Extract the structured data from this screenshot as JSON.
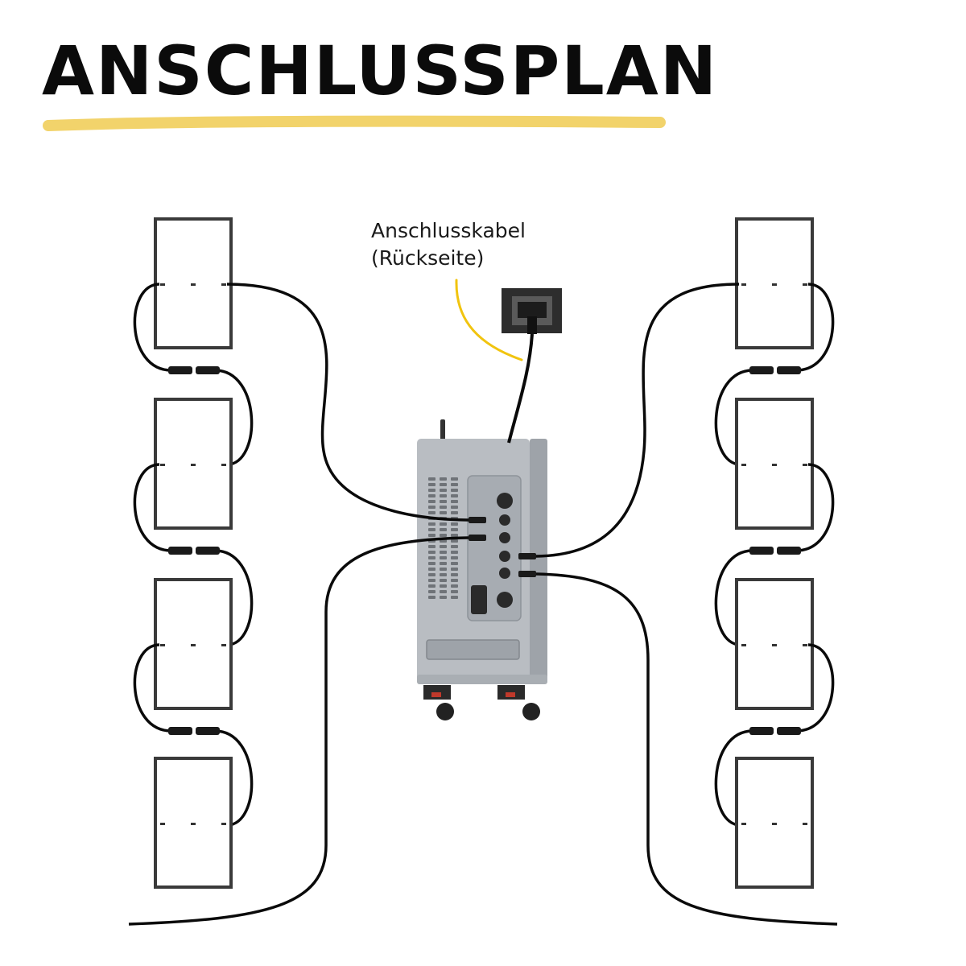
{
  "title": "ANSCHLUSSPLAN",
  "annotation": {
    "line1": "Anschlusskabel",
    "line2": "(Rückseite)"
  },
  "panels": {
    "left_count": 4,
    "right_count": 4
  },
  "colors": {
    "title_text": "#0b0b0b",
    "highlight": "#f2d36b",
    "leader_line": "#f1c40f",
    "cable": "#0a0a0a",
    "panel_frame": "#3a3a3a",
    "panel_fill": "#ffffff",
    "storage_body": "#b9bdc2",
    "outlet": "#2d2d2d"
  },
  "icons": [
    "solar-panel-icon",
    "mc4-connector-icon",
    "wall-outlet-icon",
    "storage-unit-icon",
    "wheel-icon",
    "antenna-icon"
  ]
}
